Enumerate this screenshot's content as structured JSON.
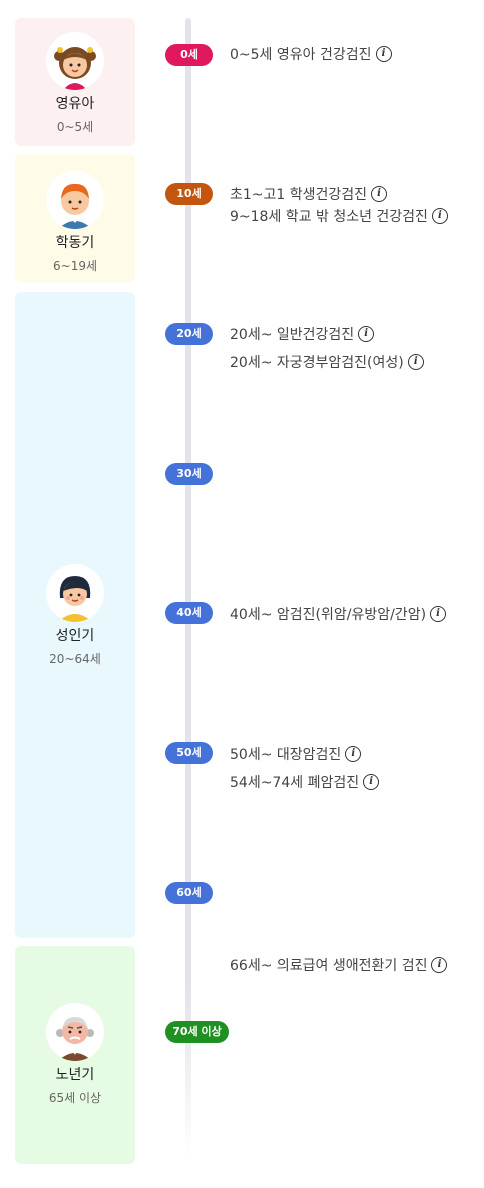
{
  "colors": {
    "infant_bg": "#fdf0f1",
    "school_bg": "#fefbe8",
    "adult_bg": "#e8f8fc",
    "senior_bg": "#e6fbe3",
    "pill_infant": "#e0195f",
    "pill_school": "#c4550e",
    "pill_adult": "#4472d8",
    "pill_senior": "#209022",
    "track": "#e3e4ea"
  },
  "stages": [
    {
      "name": "영유아",
      "range": "0~5세"
    },
    {
      "name": "학동기",
      "range": "6~19세"
    },
    {
      "name": "성인기",
      "range": "20~64세"
    },
    {
      "name": "노년기",
      "range": "65세 이상"
    }
  ],
  "ages": [
    "0세",
    "10세",
    "20세",
    "30세",
    "40세",
    "50세",
    "60세",
    "70세 이상"
  ],
  "checkups": [
    {
      "label": "0~5세 영유아 건강검진",
      "icon": "info-icon"
    },
    {
      "label": "초1~고1 학생건강검진",
      "icon": "info-icon"
    },
    {
      "label": "9~18세 학교 밖 청소년 건강검진",
      "icon": "info-icon"
    },
    {
      "label": "20세~ 일반건강검진",
      "icon": "info-icon"
    },
    {
      "label": "20세~ 자궁경부암검진(여성)",
      "icon": "info-icon"
    },
    {
      "label": "40세~ 암검진(위암/유방암/간암)",
      "icon": "info-icon"
    },
    {
      "label": "50세~ 대장암검진",
      "icon": "info-icon"
    },
    {
      "label": "54세~74세 폐암검진",
      "icon": "info-icon"
    },
    {
      "label": "66세~ 의료급여 생애전환기 검진",
      "icon": "info-icon"
    }
  ],
  "info_glyph": "i"
}
